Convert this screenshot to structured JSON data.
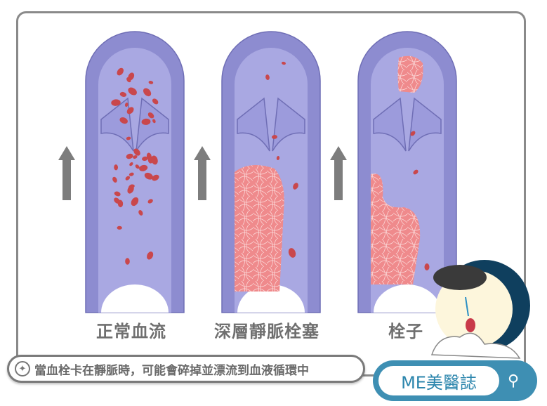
{
  "labels": {
    "normal": "正常血流",
    "dvt": "深層靜脈栓塞",
    "embolus": "栓子"
  },
  "caption": {
    "icon": "sparkle-icon",
    "text": "當血栓卡在靜脈時，可能會碎掉並漂流到血液循環中"
  },
  "brand": {
    "name": "ME美醫誌",
    "search_icon": "search-icon"
  },
  "colors": {
    "vessel_wall": "#8d8cd0",
    "vessel_inner": "#a9a8e2",
    "clot": "#f0898c",
    "cell": "#c9474c",
    "arrow": "#7d7d7d",
    "brand": "#3e8fb3"
  }
}
